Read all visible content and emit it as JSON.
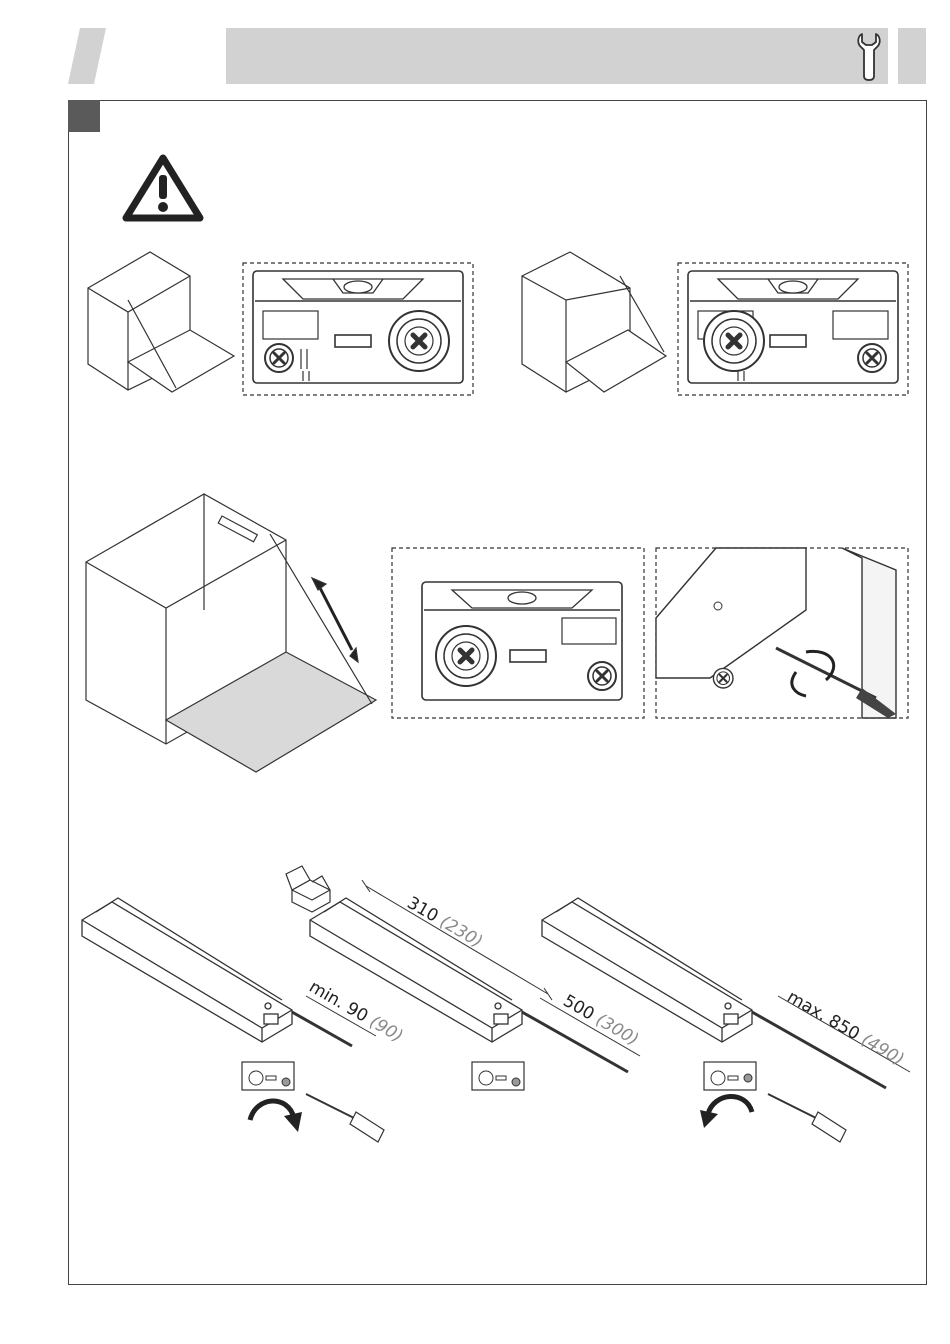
{
  "header": {
    "bar_color": "#d2d2d2",
    "icon": "wrench-icon"
  },
  "step": {
    "marker_color": "#5a5a5a",
    "warning_icon": "warning-triangle-icon"
  },
  "rails": [
    {
      "dimension_label": "min. 90",
      "dimension_paren": "(90)",
      "rotation": "clockwise"
    },
    {
      "length_label": "310",
      "length_paren": "(230)",
      "dimension_label": "500",
      "dimension_paren": "(300)",
      "rotation": "none"
    },
    {
      "dimension_label": "max. 850",
      "dimension_paren": "(490)",
      "rotation": "counter-clockwise"
    }
  ],
  "colors": {
    "paren_text": "#8a8a8a",
    "line": "#333333",
    "shelf_fill": "#d9d9d9"
  }
}
